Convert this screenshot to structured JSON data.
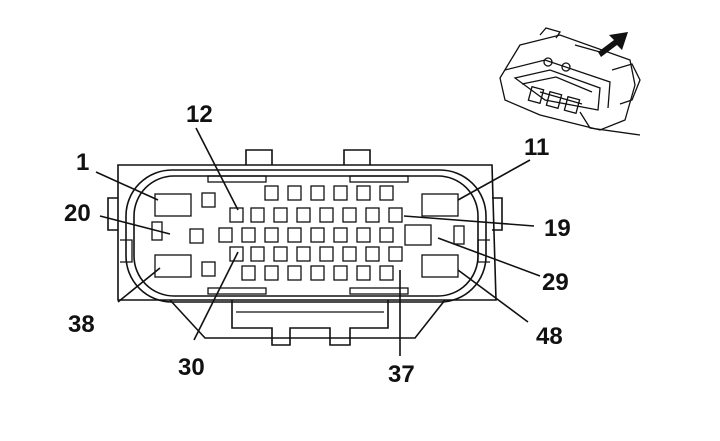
{
  "pin_labels": {
    "p1": "1",
    "p11": "11",
    "p12": "12",
    "p19": "19",
    "p20": "20",
    "p29": "29",
    "p30": "30",
    "p37": "37",
    "p38": "38",
    "p48": "48"
  },
  "icons": {
    "arrow": "direction-arrow-icon",
    "connector": "connector-iso-icon"
  }
}
